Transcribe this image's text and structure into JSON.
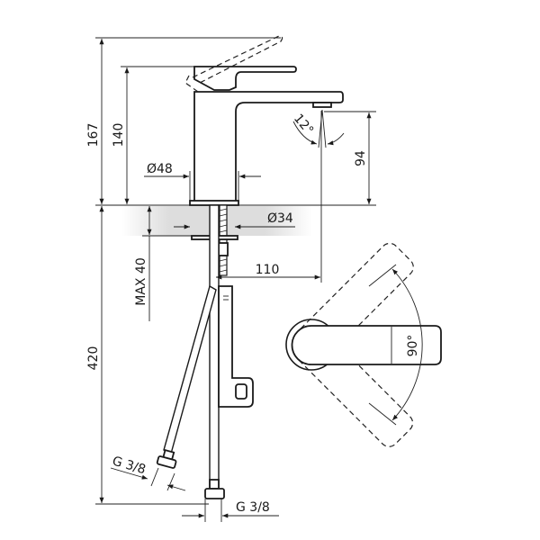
{
  "dimensions": {
    "total_height": "167",
    "lever_height": "140",
    "spout_height": "94",
    "spray_angle": "12°",
    "body_diameter": "Ø48",
    "hole_diameter": "Ø34",
    "max_counter_thickness": "MAX 40",
    "spout_reach": "110",
    "hose_length": "420",
    "hose_thread_left": "G 3/8",
    "hose_thread_bottom": "G 3/8",
    "lever_rotation": "90°"
  }
}
